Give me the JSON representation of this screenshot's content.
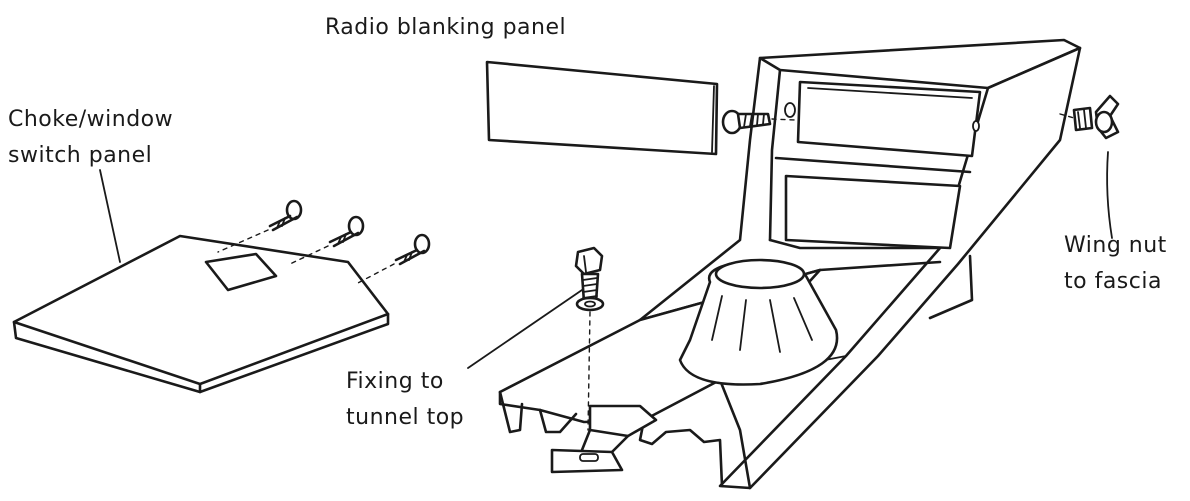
{
  "labels": {
    "radio_blanking_panel": "Radio blanking panel",
    "choke_panel_line1": "Choke/window",
    "choke_panel_line2": "switch panel",
    "wing_nut_line1": "Wing nut",
    "wing_nut_line2": "to fascia",
    "fixing_line1": "Fixing to",
    "fixing_line2": "tunnel top"
  }
}
